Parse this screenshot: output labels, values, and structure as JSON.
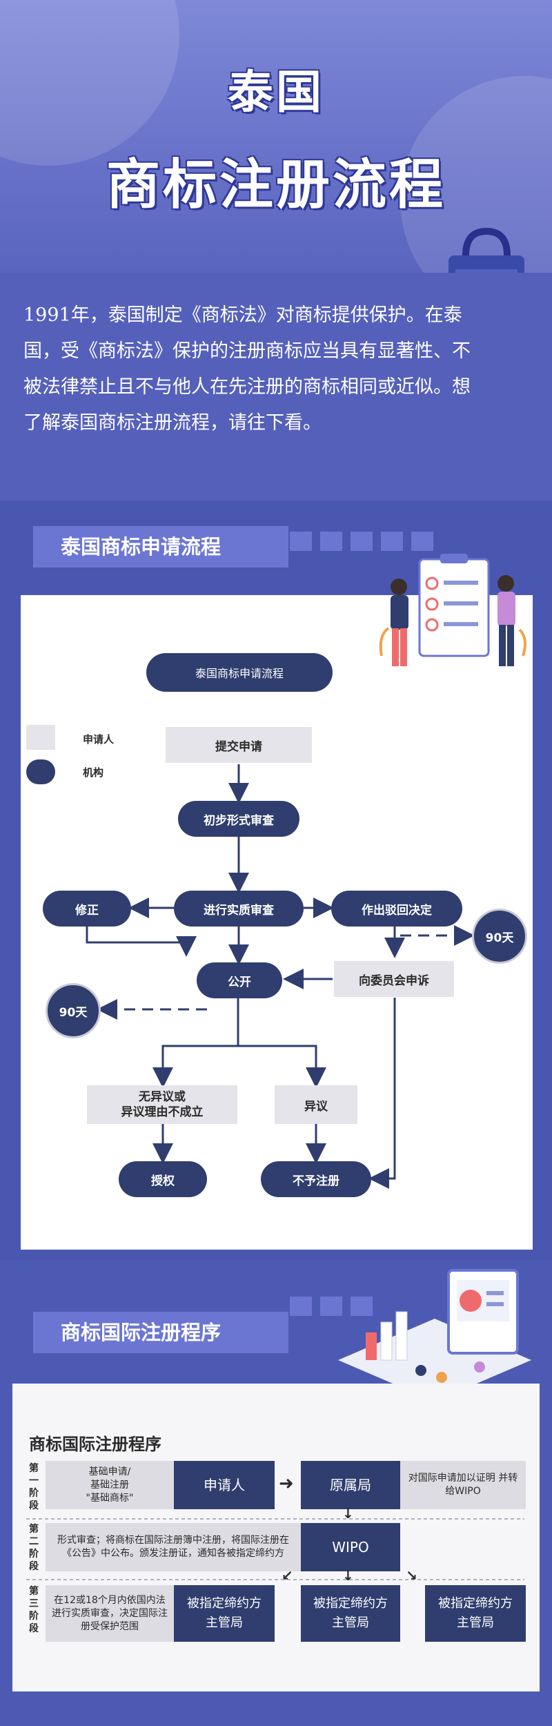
{
  "hero": {
    "title_line1": "泰国",
    "title_line2": "商标注册流程"
  },
  "intro": {
    "text": "1991年，泰国制定《商标法》对商标提供保护。在泰国，受《商标法》保护的注册商标应当具有显著性、不被法律禁止且不与他人在先注册的商标相同或近似。想了解泰国商标注册流程，请往下看。"
  },
  "section1": {
    "heading": "泰国商标申请流程",
    "flow": {
      "title": "泰国商标申请流程",
      "legend_applicant": "申请人",
      "legend_agency": "机构",
      "submit": "提交申请",
      "formal_exam": "初步形式审查",
      "substantive_exam": "进行实质审查",
      "correction": "修正",
      "rejection": "作出驳回决定",
      "days_right": "90天",
      "publication": "公开",
      "appeal": "向委员会申诉",
      "days_left": "90天",
      "no_opposition": "无异议或\n异议理由不成立",
      "opposition": "异议",
      "grant": "授权",
      "refuse": "不予注册"
    }
  },
  "section2": {
    "heading": "商标国际注册程序",
    "title": "商标国际注册程序",
    "stage1": "第一阶段",
    "stage2": "第二阶段",
    "stage3": "第三阶段",
    "basic_app": "基础申请/\n基础注册\n\"基础商标\"",
    "applicant": "申请人",
    "origin_office": "原属局",
    "certify": "对国际申请加以证明 并转给WIPO",
    "formal_review": "形式审查；将商标在国际注册簿中注册，将国际注册在《公告》中公布。颁发注册证，通知各被指定缔约方",
    "wipo": "WIPO",
    "substantive_note": "在12或18个月内依国内法进行实质审查，决定国际注册受保护范围",
    "designated1": "被指定缔约方\n主管局",
    "designated2": "被指定缔约方\n主管局",
    "designated3": "被指定缔约方\n主管局"
  }
}
